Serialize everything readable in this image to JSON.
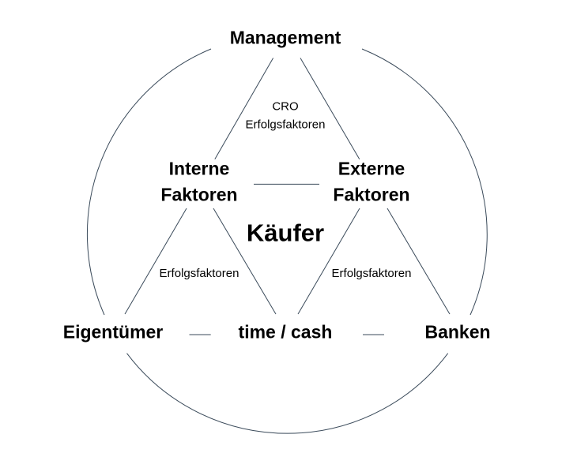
{
  "nodes": {
    "management": "Management",
    "interne_line1": "Interne",
    "interne_line2": "Faktoren",
    "externe_line1": "Externe",
    "externe_line2": "Faktoren",
    "kaeufer": "Käufer",
    "eigentuemer": "Eigentümer",
    "time_cash": "time / cash",
    "banken": "Banken"
  },
  "edge_labels": {
    "top_line1": "CRO",
    "top_line2": "Erfolgsfaktoren",
    "bottom_left": "Erfolgsfaktoren",
    "bottom_right": "Erfolgsfaktoren"
  },
  "colors": {
    "line": "#3a4a5a",
    "text": "#000000"
  }
}
